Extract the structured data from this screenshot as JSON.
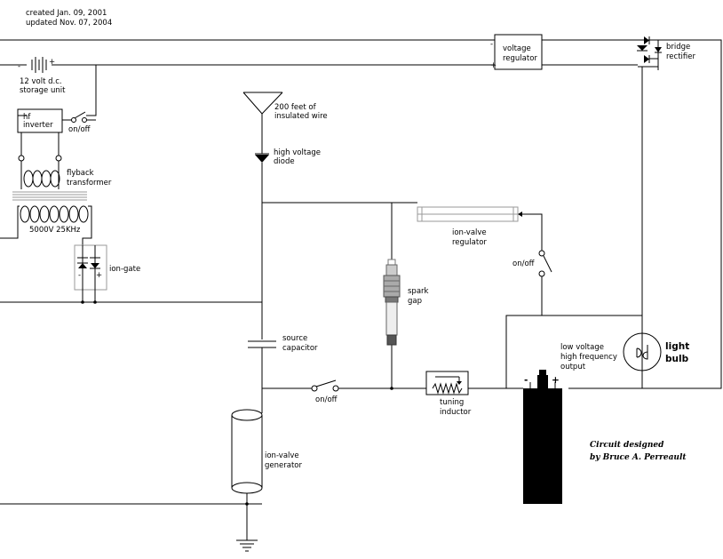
{
  "header": {
    "created": "created Jan. 09, 2001",
    "updated": "updated Nov. 07, 2004"
  },
  "labels": {
    "battery": [
      "12 volt d.c.",
      "storage unit"
    ],
    "hf_inverter": [
      "hf",
      "inverter"
    ],
    "onoff": "on/off",
    "flyback": [
      "flyback",
      "transformer"
    ],
    "secondary": "5000V 25KHz",
    "ion_gate": "ion-gate",
    "antenna": [
      "200 feet of",
      "insulated wire"
    ],
    "hv_diode": [
      "high voltage",
      "diode"
    ],
    "regulator": [
      "voltage",
      "regulator"
    ],
    "bridge": [
      "bridge",
      "rectifier"
    ],
    "ion_valve_regulator": [
      "ion-valve",
      "regulator"
    ],
    "spark_gap": [
      "spark",
      "gap"
    ],
    "source_capacitor": [
      "source",
      "capacitor"
    ],
    "tuning_inductor": [
      "tuning",
      "inductor"
    ],
    "lv_output": [
      "low voltage",
      "high frequency",
      "output"
    ],
    "light_bulb": [
      "light",
      "bulb"
    ],
    "ion_valve_generator": [
      "ion-valve",
      "generator"
    ],
    "minus": "-",
    "plus": "+",
    "signature": [
      "Circuit designed",
      "by Bruce A. Perreault"
    ]
  },
  "colors": {
    "wire": "#000000",
    "component_gray": "#9a9a9a",
    "background": "#ffffff"
  }
}
